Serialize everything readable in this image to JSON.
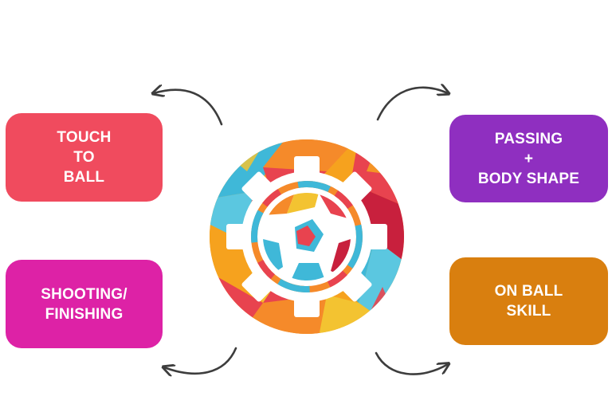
{
  "cards": {
    "touch_to_ball": {
      "lines": [
        "TOUCH",
        "TO",
        "BALL"
      ],
      "color": "#f04b5e"
    },
    "passing_body_shape": {
      "lines": [
        "PASSING",
        "+",
        "BODY SHAPE"
      ],
      "color": "#8f2fc0"
    },
    "shooting_finishing": {
      "lines": [
        "SHOOTING/",
        "FINISHING"
      ],
      "color": "#dd22a6"
    },
    "on_ball_skill": {
      "lines": [
        "ON BALL",
        "SKILL"
      ],
      "color": "#d97f0f"
    }
  },
  "emblem": {
    "icon": "gear-soccer-ball-icon",
    "colors": [
      "#f6a21e",
      "#e8434f",
      "#3fb8d8",
      "#f58a2a",
      "#c8203d",
      "#5bc7e0",
      "#f3c331"
    ]
  },
  "arrow_color": "#3d3d3d"
}
